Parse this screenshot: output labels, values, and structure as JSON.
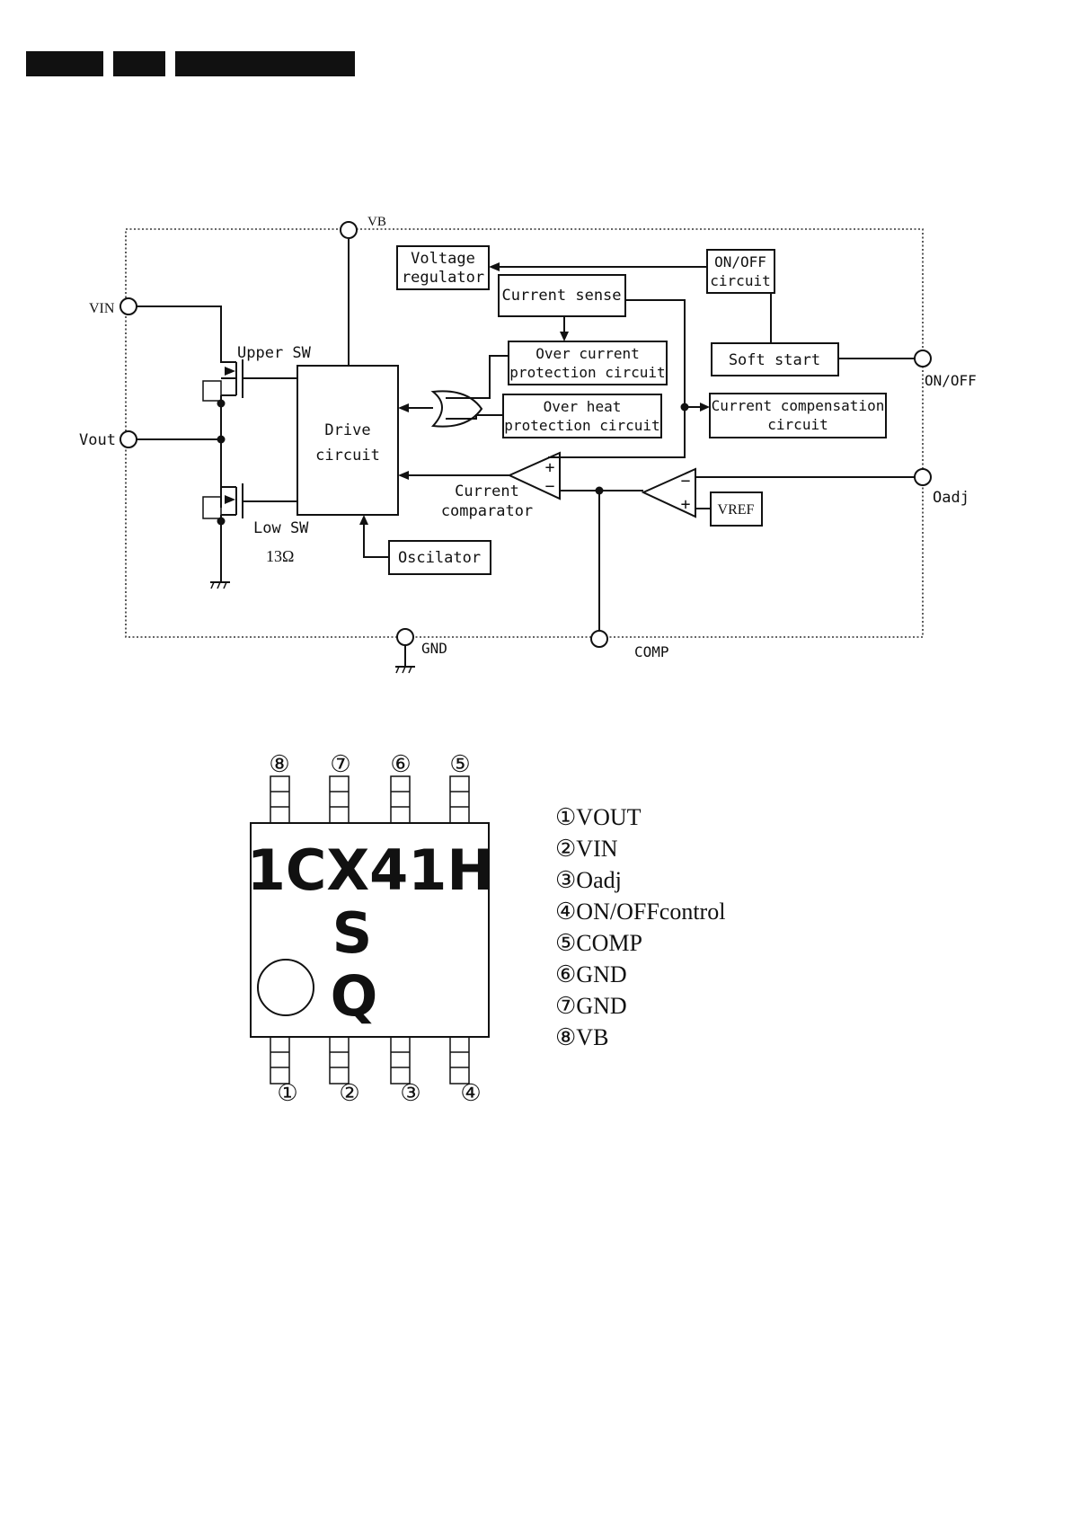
{
  "labels": {
    "vb": "VB",
    "vin": "VIN",
    "vout": "Vout",
    "gnd": "GND",
    "comp": "COMP",
    "onoff": "ON/OFF",
    "oadj": "Oadj",
    "upper_sw": "Upper SW",
    "low_sw": "Low SW",
    "resistance": "13Ω",
    "current": "Current",
    "comparator": "comparator",
    "plus": "+",
    "minus": "−"
  },
  "blocks": {
    "voltage_regulator": [
      "Voltage",
      "regulator"
    ],
    "onoff_circuit": [
      "ON/OFF",
      "circuit"
    ],
    "current_sense": [
      "Current sense"
    ],
    "over_current": [
      "Over current",
      "protection circuit"
    ],
    "over_heat": [
      "Over heat",
      "protection circuit"
    ],
    "soft_start": [
      "Soft start"
    ],
    "current_comp": [
      "Current compensation",
      "circuit"
    ],
    "drive": [
      "Drive",
      "circuit"
    ],
    "oscilator": [
      "Oscilator"
    ],
    "vref": "VREF"
  },
  "chip": {
    "line1": "1CX41H",
    "line2": "S",
    "line3": "Q",
    "top_pins": [
      "⑧",
      "⑦",
      "⑥",
      "⑤"
    ],
    "bottom_pins": [
      "①",
      "②",
      "③",
      "④"
    ]
  },
  "pin_list": [
    "①VOUT",
    "②VIN",
    "③Oadj",
    "④ON/OFFcontrol",
    "⑤COMP",
    "⑥GND",
    "⑦GND",
    "⑧VB"
  ]
}
